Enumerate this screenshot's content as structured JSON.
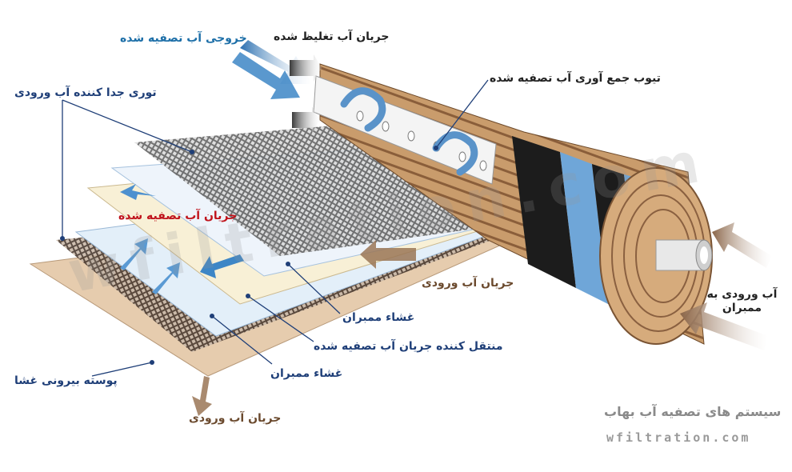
{
  "labels": {
    "purified_outlet": "خروجی آب تصفیه شده",
    "concentrate_flow": "جریان آب تغلیظ شده",
    "collection_tube": "تیوب جمع آوری آب تصفیه شده",
    "feed_spacer": "توری جدا کننده آب ورودی",
    "purified_flow": "جریان آب تصفیه شده",
    "feed_flow_mid": "جریان آب ورودی",
    "membrane_1": "غشاء ممبران",
    "permeate_carrier": "منتقل کننده جریان آب تصفیه شده",
    "membrane_2": "غشاء ممبران",
    "outer_shell": "پوسته بیرونی غشا",
    "feed_flow_bottom": "جریان آب ورودی",
    "feed_to_membrane": "آب ورودی به ممبران"
  },
  "brand": {
    "company": "سیستم های تصفیه آب بهاب",
    "website": "wfiltration.com",
    "watermark": "wfiltration.com"
  },
  "colors": {
    "blue_arrow": "#2f7fc0",
    "brown_arrow": "#9a7556",
    "membrane_blue": "#6fa6d8",
    "wood": "#c79a6b"
  }
}
